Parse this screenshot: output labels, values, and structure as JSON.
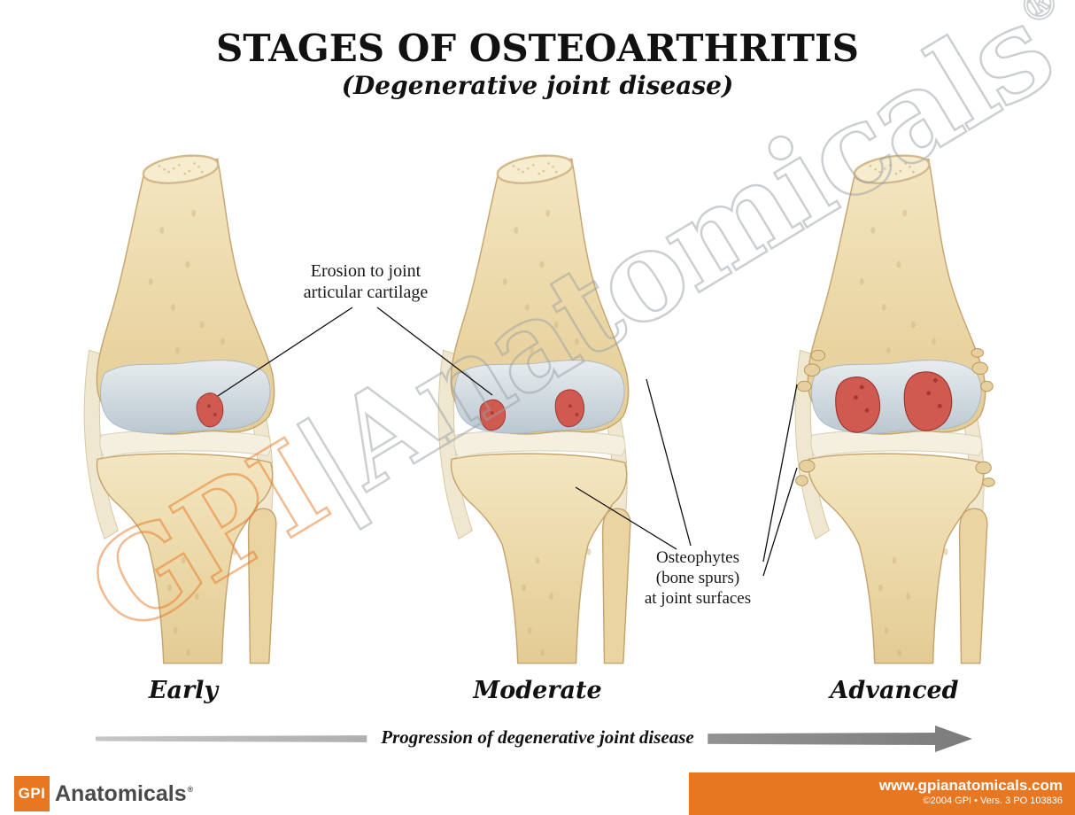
{
  "title": "STAGES OF OSTEOARTHRITIS",
  "subtitle": "(Degenerative joint disease)",
  "stages": [
    {
      "label": "Early"
    },
    {
      "label": "Moderate"
    },
    {
      "label": "Advanced"
    }
  ],
  "annotations": {
    "erosion_line1": "Erosion to joint",
    "erosion_line2": "articular cartilage",
    "osteo_line1": "Osteophytes",
    "osteo_line2": "(bone spurs)",
    "osteo_line3": "at joint surfaces"
  },
  "arrow_label": "Progression of degenerative joint disease",
  "watermark": {
    "part1": "GPI",
    "part2": "|Anatomicals",
    "reg": "®"
  },
  "footer": {
    "logo_box": "GPI",
    "logo_text": "Anatomicals",
    "logo_reg": "®",
    "website": "www.gpianatomicals.com",
    "copyright": "©2004 GPI • Vers. 3 PO 103836"
  },
  "colors": {
    "accent_orange": "#e87722",
    "bone": "#ecd9a9",
    "cartilage": "#c3d0db",
    "erosion_red": "#d05a50",
    "arrow_gray": "#8f8f8f"
  }
}
